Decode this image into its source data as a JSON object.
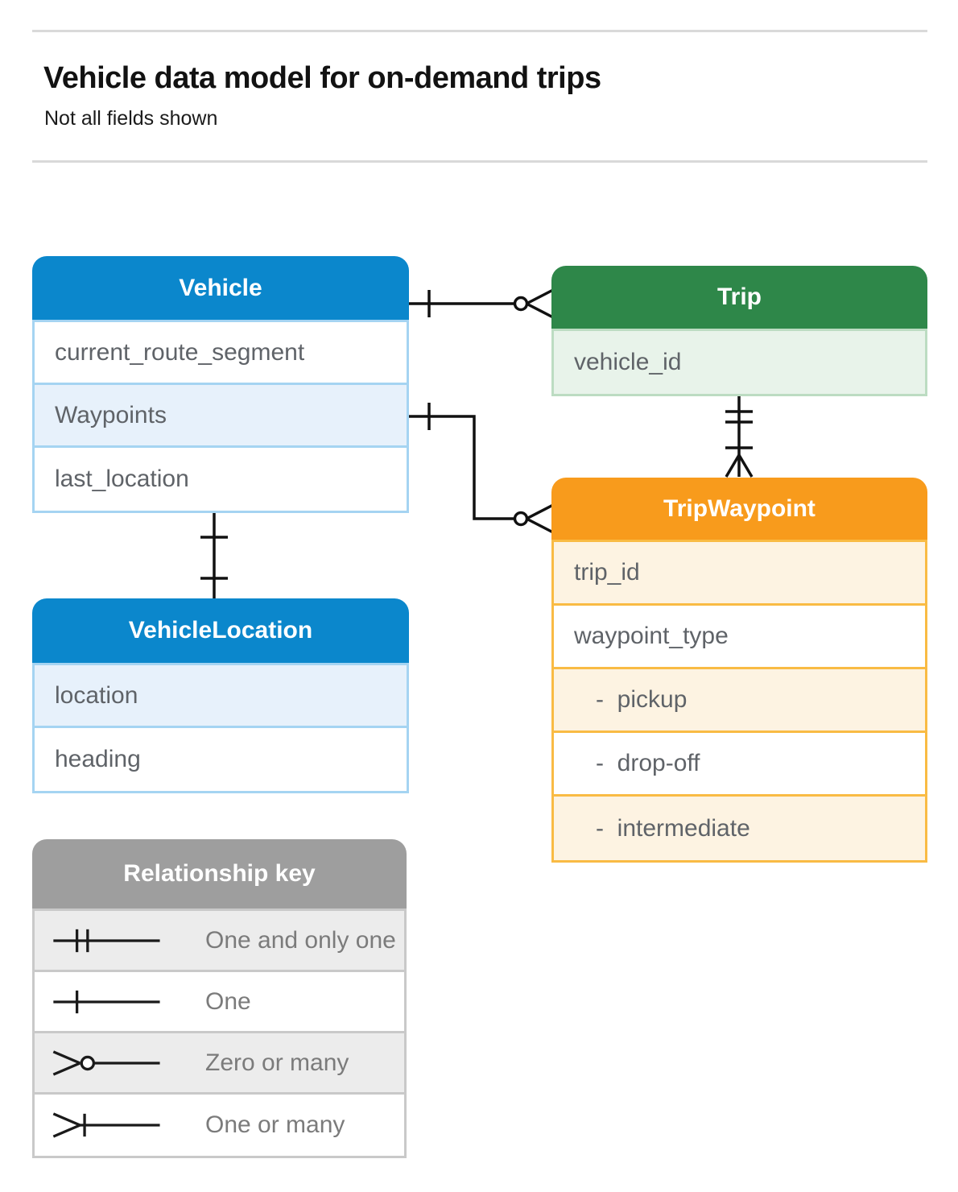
{
  "page": {
    "title": "Vehicle data model for on-demand trips",
    "subtitle": "Not all fields shown"
  },
  "entities": {
    "vehicle": {
      "title": "Vehicle",
      "fields": [
        "current_route_segment",
        "Waypoints",
        "last_location"
      ]
    },
    "trip": {
      "title": "Trip",
      "fields": [
        "vehicle_id"
      ]
    },
    "trip_waypoint": {
      "title": "TripWaypoint",
      "fields": [
        "trip_id",
        "waypoint_type",
        "-  pickup",
        "-  drop-off",
        "-  intermediate"
      ]
    },
    "vehicle_location": {
      "title": "VehicleLocation",
      "fields": [
        "location",
        "heading"
      ]
    }
  },
  "legend": {
    "title": "Relationship key",
    "items": [
      {
        "symbol": "one-and-only-one",
        "label": "One and only one"
      },
      {
        "symbol": "one",
        "label": "One"
      },
      {
        "symbol": "zero-or-many",
        "label": "Zero or many"
      },
      {
        "symbol": "one-or-many",
        "label": "One or many"
      }
    ]
  },
  "relationships": [
    {
      "from": "Vehicle",
      "to": "Trip",
      "from_cardinality": "one",
      "to_cardinality": "zero-or-many"
    },
    {
      "from": "Trip",
      "to": "TripWaypoint",
      "from_cardinality": "one-and-only-one",
      "to_cardinality": "one-or-many"
    },
    {
      "from": "Vehicle.Waypoints",
      "to": "TripWaypoint",
      "from_cardinality": "one",
      "to_cardinality": "zero-or-many"
    },
    {
      "from": "Vehicle",
      "to": "VehicleLocation",
      "from_cardinality": "one",
      "to_cardinality": "one"
    }
  ],
  "colors": {
    "vehicle_header": "#0b87cc",
    "vehicle_row_tint": "#e7f1fb",
    "vehicle_border": "#a5d4f2",
    "trip_header": "#2e8749",
    "trip_row_tint": "#e8f3ea",
    "trip_border": "#bcdcc2",
    "trip_waypoint_header": "#f89b1c",
    "trip_waypoint_row_tint": "#fdf3e2",
    "trip_waypoint_border": "#f9bb44",
    "key_header": "#9e9e9e",
    "key_row_tint": "#ececec",
    "key_border": "#c9c9c9",
    "connector": "#111111",
    "divider": "#d9d9d9"
  }
}
